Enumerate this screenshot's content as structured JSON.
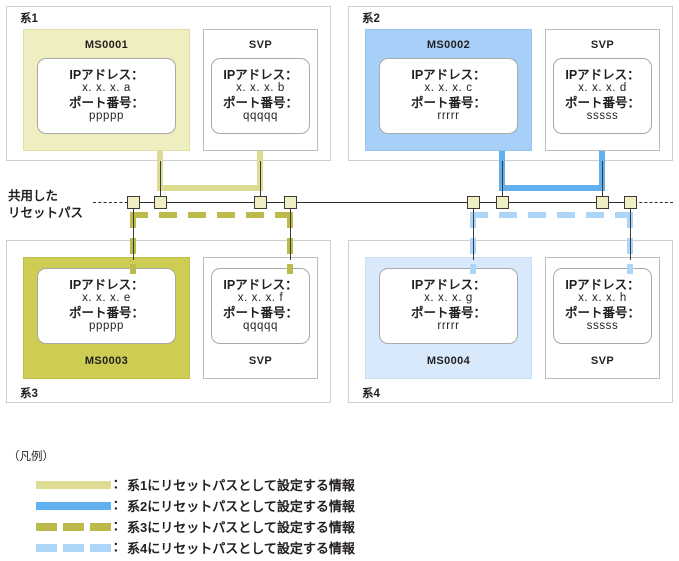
{
  "diagram": {
    "bus_label_line1": "共用した",
    "bus_label_line2": "リセットパス"
  },
  "systems": [
    {
      "id": "sys1",
      "label": "系1",
      "units": [
        {
          "name": "MS0001",
          "title_position": "top",
          "fill": "fill-ms1",
          "ip_label": "IPアドレス：",
          "ip_value": "x. x. x. a",
          "port_label": "ポート番号：",
          "port_value": "ppppp"
        },
        {
          "name": "SVP",
          "title_position": "top",
          "fill": "fill-plain",
          "ip_label": "IPアドレス：",
          "ip_value": "x. x. x. b",
          "port_label": "ポート番号：",
          "port_value": "qqqqq"
        }
      ]
    },
    {
      "id": "sys2",
      "label": "系2",
      "units": [
        {
          "name": "MS0002",
          "title_position": "top",
          "fill": "fill-ms2",
          "ip_label": "IPアドレス：",
          "ip_value": "x. x. x. c",
          "port_label": "ポート番号：",
          "port_value": "rrrrr"
        },
        {
          "name": "SVP",
          "title_position": "top",
          "fill": "fill-plain",
          "ip_label": "IPアドレス：",
          "ip_value": "x. x. x. d",
          "port_label": "ポート番号：",
          "port_value": "sssss"
        }
      ]
    },
    {
      "id": "sys3",
      "label": "系3",
      "units": [
        {
          "name": "MS0003",
          "title_position": "bottom",
          "fill": "fill-ms3",
          "ip_label": "IPアドレス：",
          "ip_value": "x. x. x. e",
          "port_label": "ポート番号：",
          "port_value": "ppppp"
        },
        {
          "name": "SVP",
          "title_position": "bottom",
          "fill": "fill-plain",
          "ip_label": "IPアドレス：",
          "ip_value": "x. x. x. f",
          "port_label": "ポート番号：",
          "port_value": "qqqqq"
        }
      ]
    },
    {
      "id": "sys4",
      "label": "系4",
      "units": [
        {
          "name": "MS0004",
          "title_position": "bottom",
          "fill": "fill-ms4",
          "ip_label": "IPアドレス：",
          "ip_value": "x. x. x. g",
          "port_label": "ポート番号：",
          "port_value": "rrrrr"
        },
        {
          "name": "SVP",
          "title_position": "bottom",
          "fill": "fill-plain",
          "ip_label": "IPアドレス：",
          "ip_value": "x. x. x. h",
          "port_label": "ポート番号：",
          "port_value": "sssss"
        }
      ]
    }
  ],
  "legend": {
    "title": "（凡例）",
    "colon": "：",
    "items": [
      {
        "style": "solid",
        "color": "#dedc93",
        "text": "系1にリセットパスとして設定する情報"
      },
      {
        "style": "solid",
        "color": "#63b0ef",
        "text": "系2にリセットパスとして設定する情報"
      },
      {
        "style": "dashed",
        "color": "#bcba4a",
        "text": "系3にリセットパスとして設定する情報"
      },
      {
        "style": "dashed",
        "color": "#add5f7",
        "text": "系4にリセットパスとして設定する情報"
      }
    ]
  },
  "colors": {
    "ms1_fill": "#efeec0",
    "ms2_fill": "#a6d0f7",
    "ms3_fill": "#cdcc53",
    "ms4_fill": "#d7e9fb",
    "path_sys1": "#dedc93",
    "path_sys2": "#63b0ef",
    "path_sys3": "#bcba4a",
    "path_sys4": "#add5f7",
    "node_fill": "#f0eec4",
    "bus_line": "#2b2b2b"
  }
}
